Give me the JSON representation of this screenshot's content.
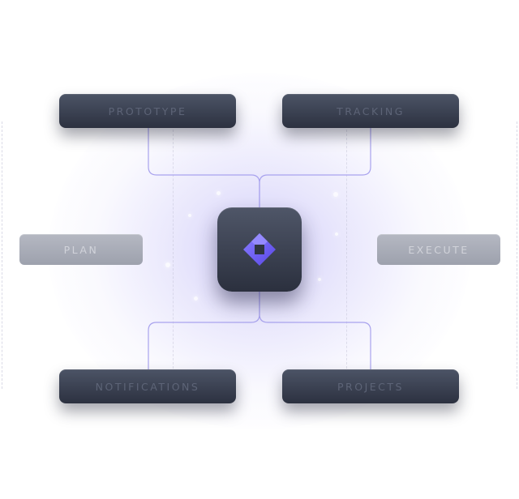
{
  "diagram": {
    "hub": {
      "icon": "diamond-logo-icon",
      "accent_color": "#6b5cf0"
    },
    "nodes": [
      {
        "id": "prototype",
        "label": "PROTOTYPE"
      },
      {
        "id": "tracking",
        "label": "TRACKING"
      },
      {
        "id": "plan",
        "label": "PLAN"
      },
      {
        "id": "execute",
        "label": "EXECUTE"
      },
      {
        "id": "notifications",
        "label": "NOTIFICATIONS"
      },
      {
        "id": "projects",
        "label": "PROJECTS"
      }
    ],
    "edges": [
      {
        "from": "hub",
        "to": "prototype"
      },
      {
        "from": "hub",
        "to": "tracking"
      },
      {
        "from": "hub",
        "to": "notifications"
      },
      {
        "from": "hub",
        "to": "projects"
      }
    ],
    "colors": {
      "connector": "#a9a3ee",
      "node_dark": "#353a49",
      "node_light": "#a8acb7",
      "label_dark": "#5d6477",
      "label_light": "#d1d3da"
    }
  }
}
